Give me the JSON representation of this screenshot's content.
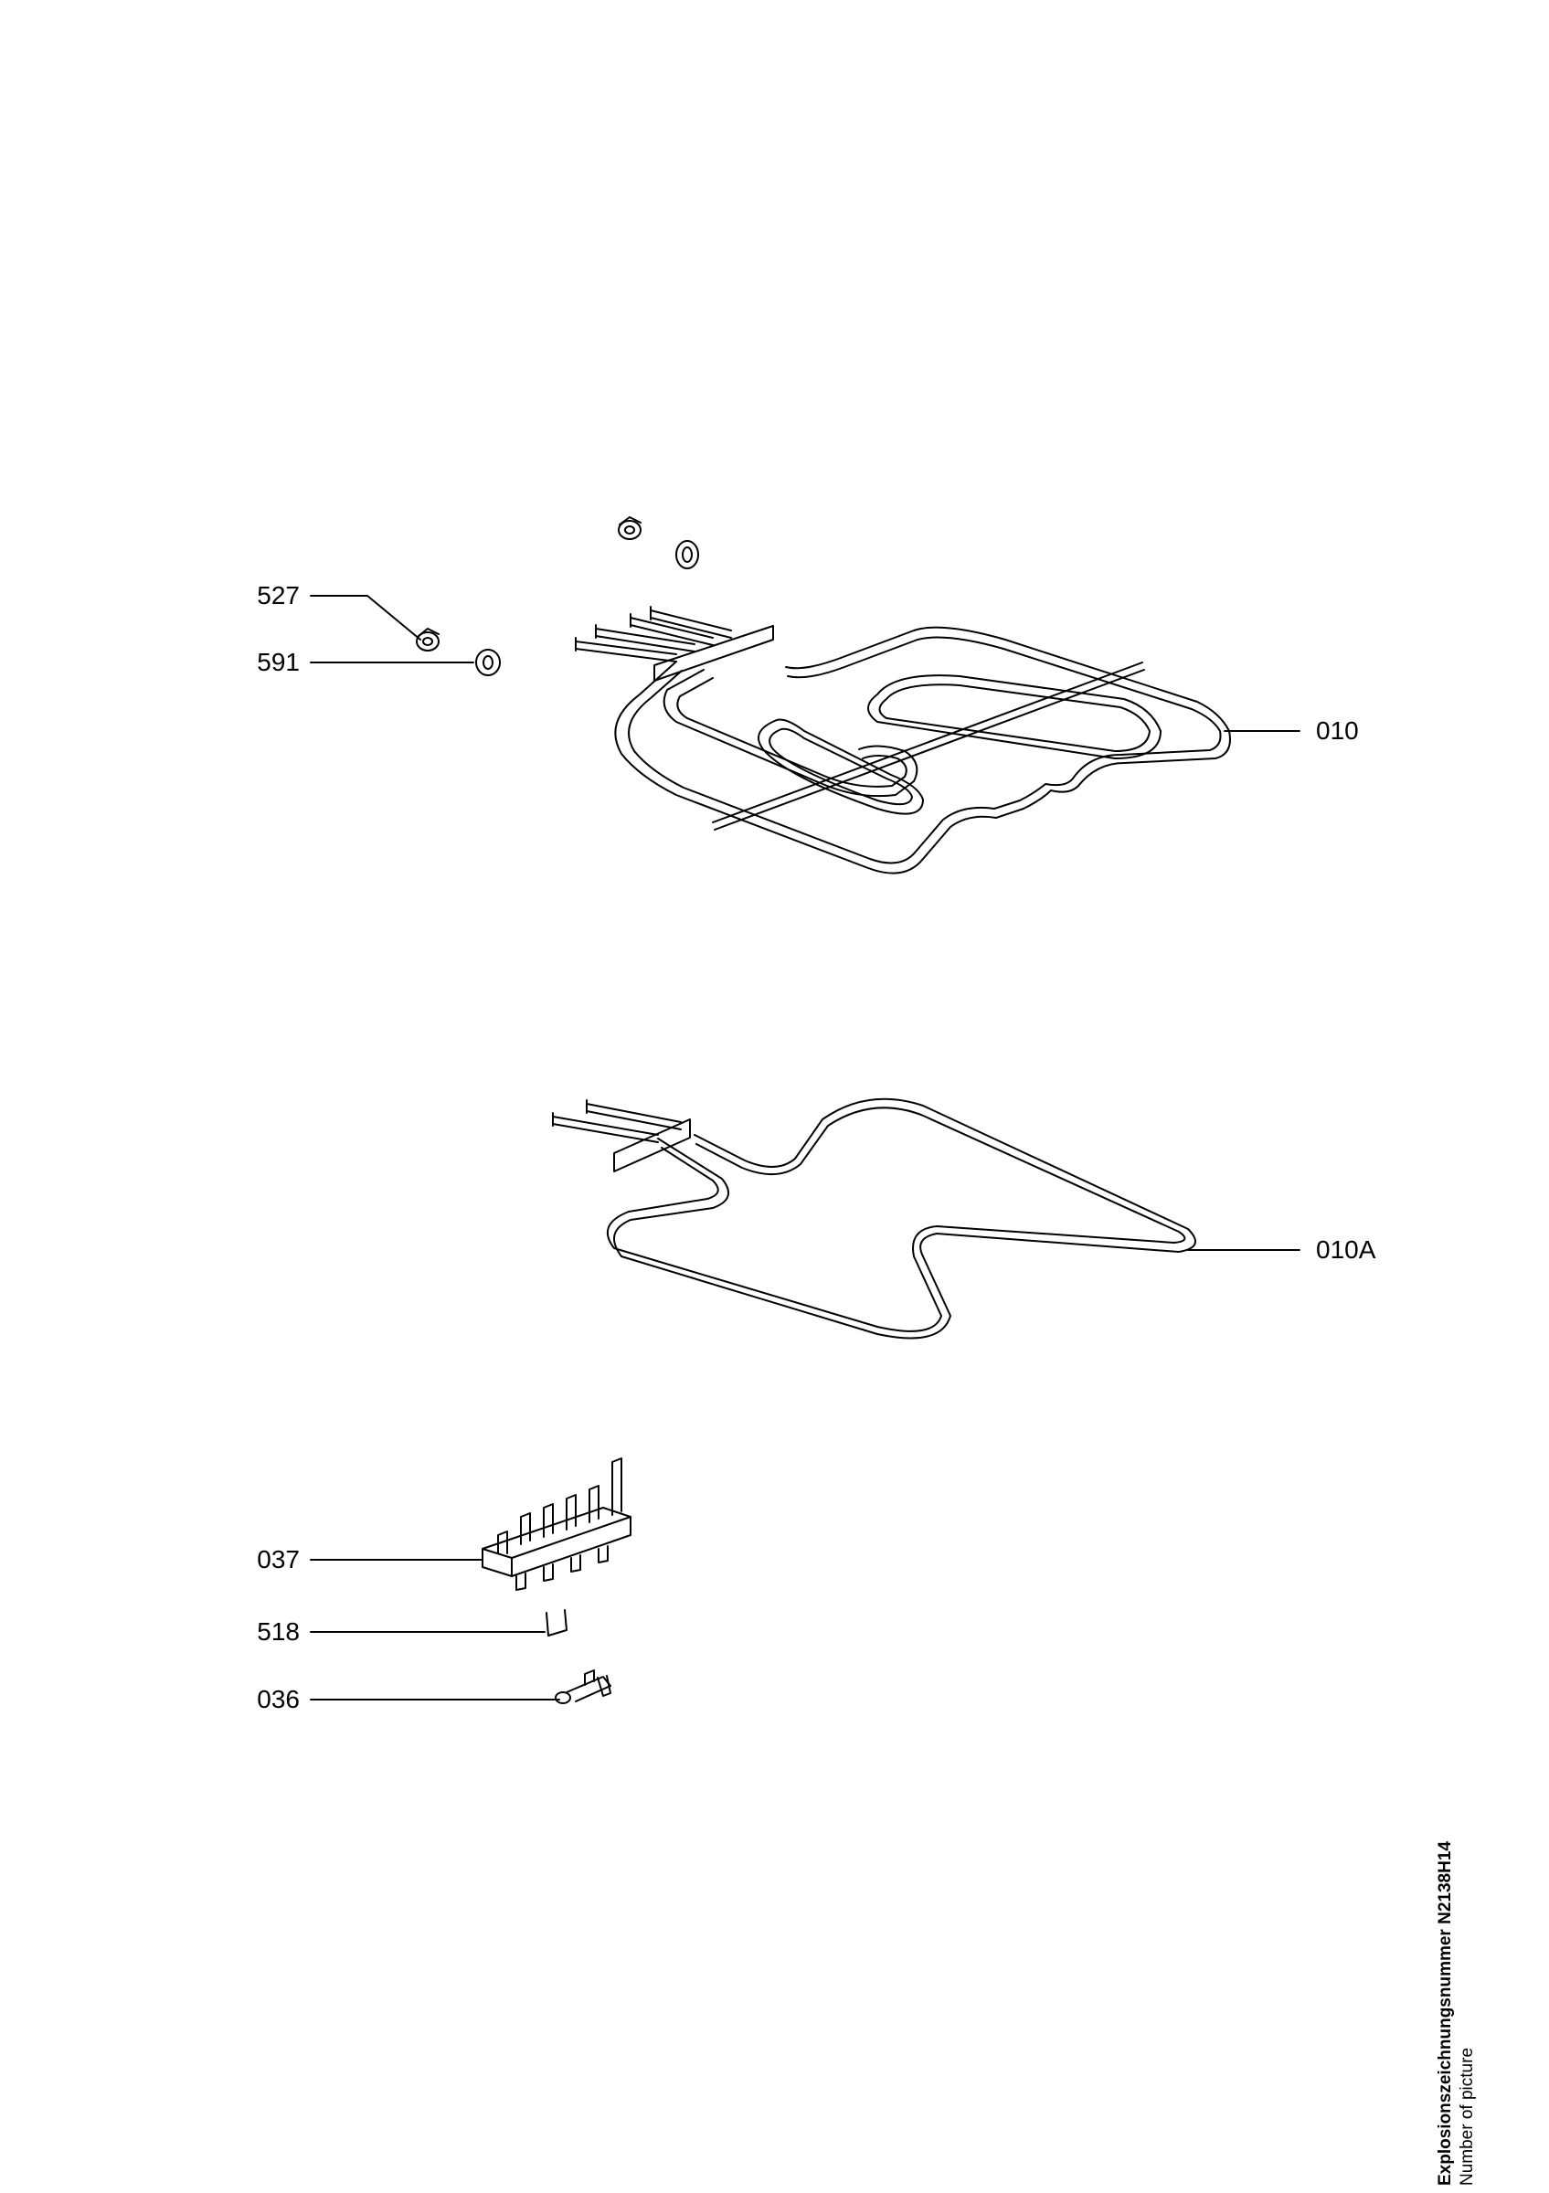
{
  "parts": {
    "p527": "527",
    "p591": "591",
    "p010": "010",
    "p010A": "010A",
    "p037": "037",
    "p518": "518",
    "p036": "036"
  },
  "caption": {
    "title": "Explosionszeichnungsnummer N2138H14",
    "subtitle": "Number of picture"
  }
}
